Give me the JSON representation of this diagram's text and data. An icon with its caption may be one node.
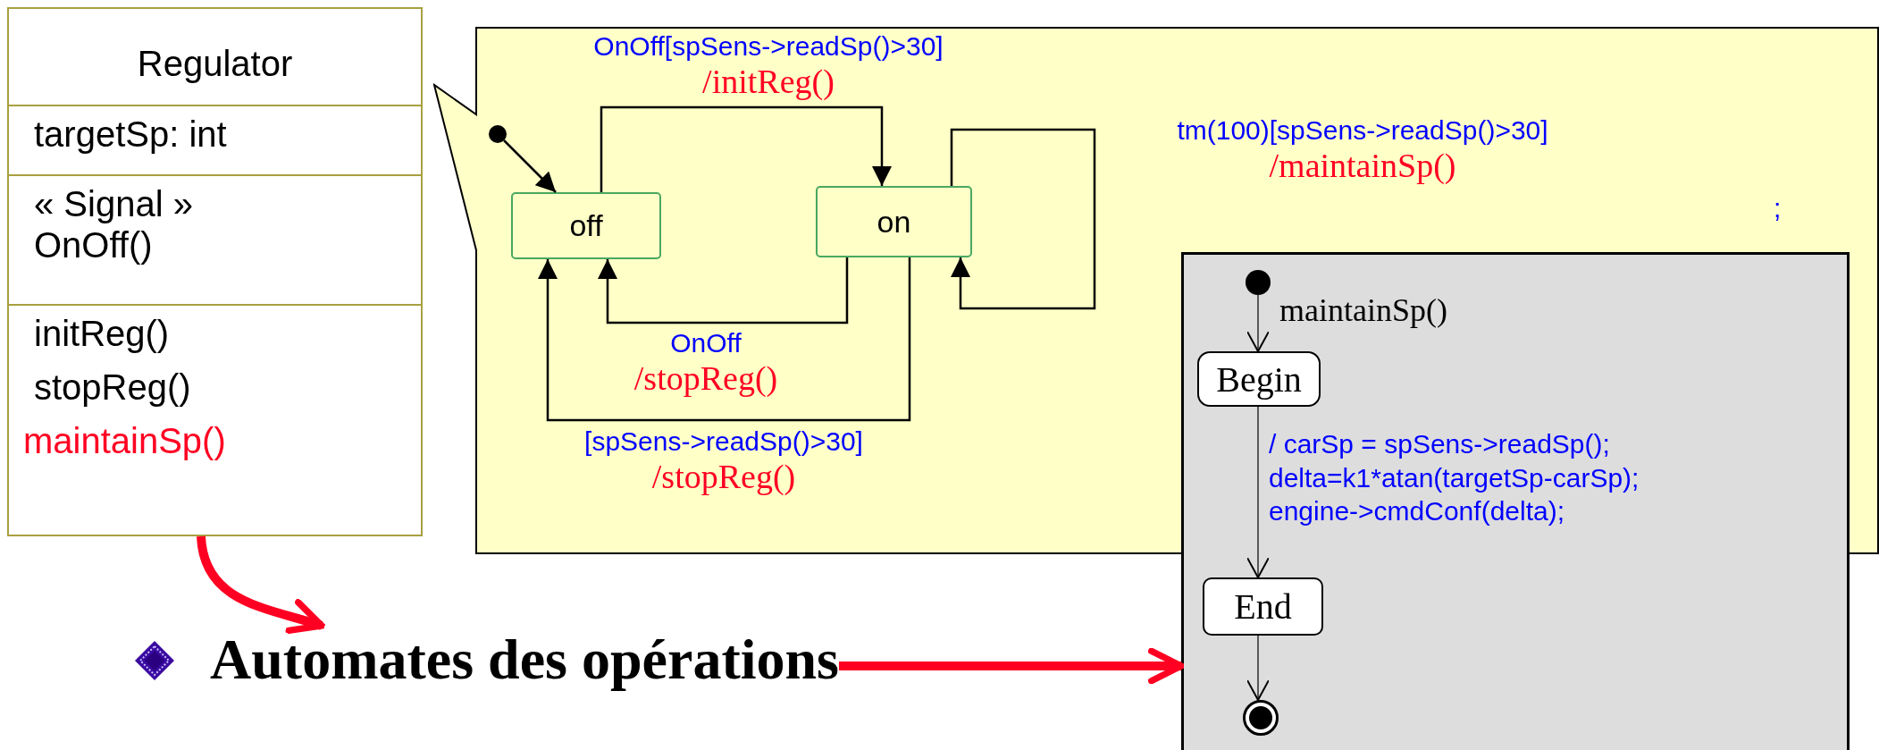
{
  "diagram": {
    "nodes": [
      {
        "text": [
          "Regulator",
          "targetSp: int",
          "« Signal » OnOff()",
          "initReg()",
          "stopReg()",
          "maintainSp()"
        ]
      },
      {
        "text": [],
        "shape": "callout"
      },
      {
        "text": [],
        "shape": "circle",
        "in": 1
      },
      {
        "text": [
          "off"
        ],
        "in": 1
      },
      {
        "text": [
          "on"
        ],
        "in": 1
      },
      {
        "text": [],
        "shape": "box"
      },
      {
        "text": [],
        "shape": "circle"
      },
      {
        "text": [
          "Begin"
        ]
      },
      {
        "text": [
          "End"
        ],
        "in": 5
      },
      {
        "text": [],
        "shape": "circle",
        "in": 5
      },
      {
        "text": [
          "Automates des opérations"
        ]
      }
    ],
    "edges": [
      {
        "from": 2,
        "to": 3,
        "arrow": "to"
      },
      {
        "from": 3,
        "to": 4,
        "arrow": "to",
        "label": "OnOff[spSens->readSp()>30] /initReg()"
      },
      {
        "from": 4,
        "to": 3,
        "arrow": "to",
        "label": "OnOff /stopReg()"
      },
      {
        "from": 4,
        "to": 3,
        "arrow": "to",
        "label": "[spSens->readSp()>30] /stopReg()"
      },
      {
        "from": 4,
        "to": 4,
        "arrow": "to",
        "label": "tm(100)[spSens->readSp()>30] /maintainSp()"
      },
      {
        "from": 6,
        "to": 7,
        "arrow": "to",
        "label": "maintainSp()"
      },
      {
        "from": 7,
        "to": 8,
        "arrow": "to",
        "label": "/ carSp = spSens->readSp(); delta=k1*atan(targetSp-carSp); engine->cmdConf(delta);"
      },
      {
        "from": 8,
        "to": 9,
        "arrow": "to"
      },
      {
        "from": 0,
        "to": 10,
        "arrow": "to",
        "style": "thick",
        "color": "#ff0022"
      },
      {
        "from": 10,
        "to": 5,
        "arrow": "to",
        "style": "thick",
        "color": "#ff0022"
      }
    ],
    "labels": [
      ";"
    ]
  }
}
